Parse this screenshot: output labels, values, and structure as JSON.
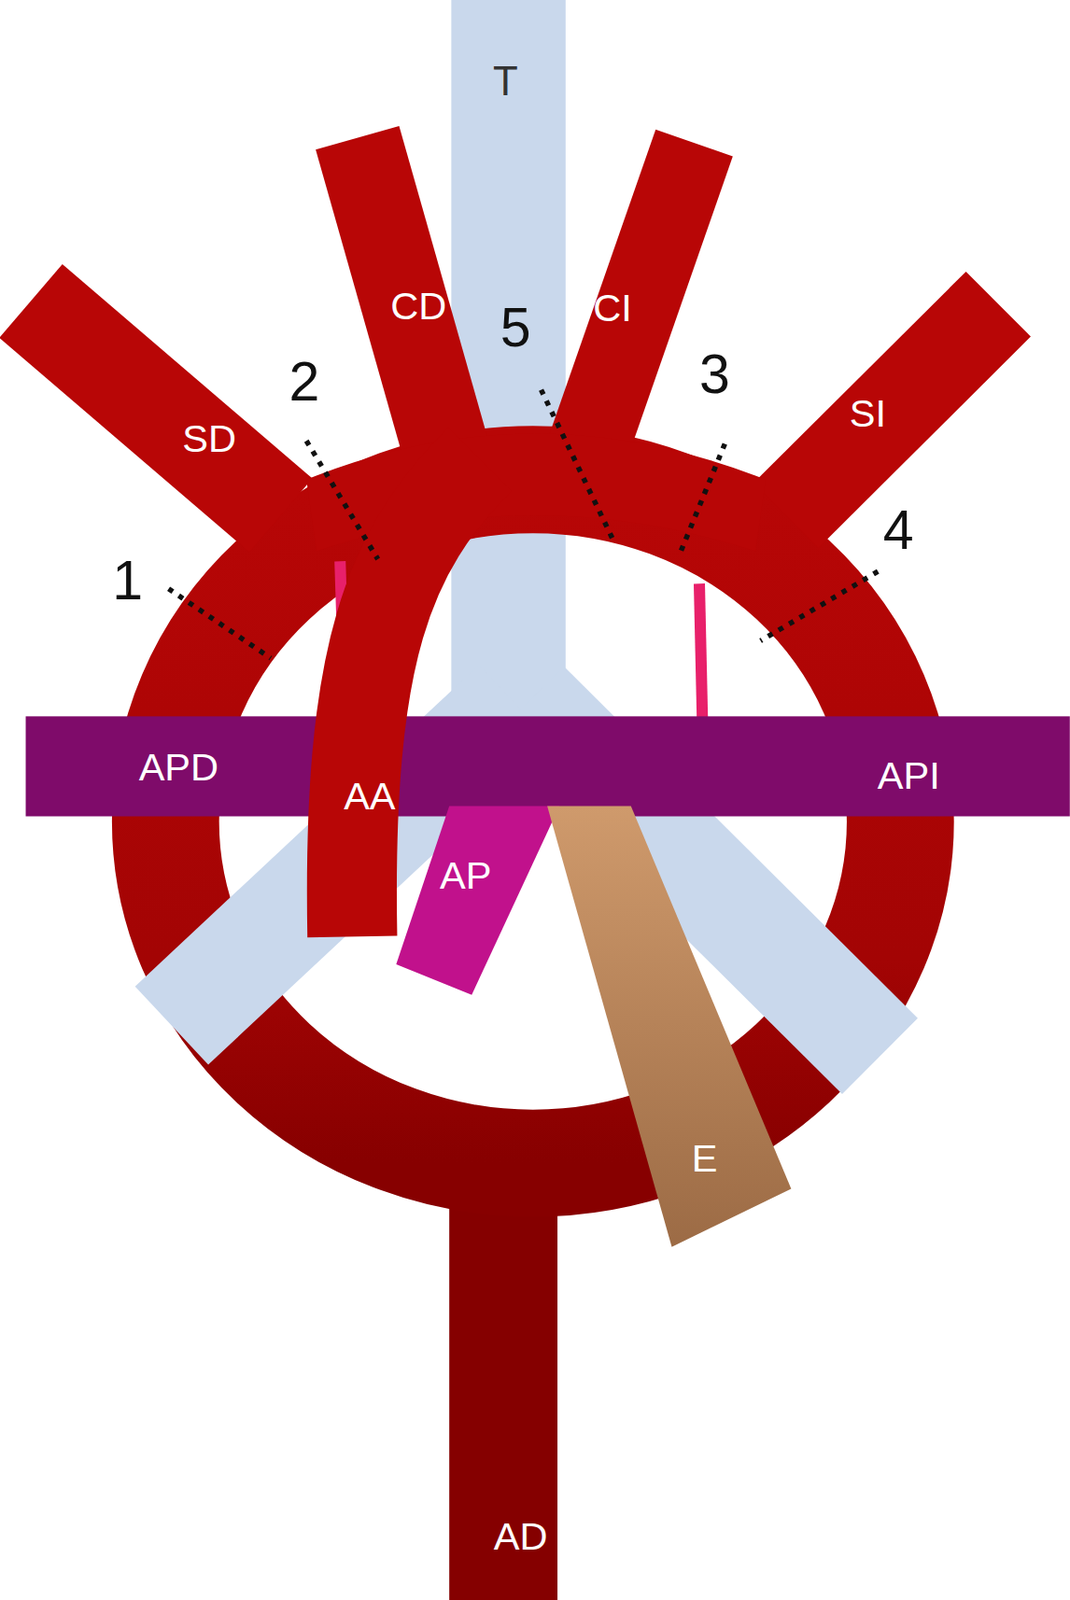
{
  "diagram": {
    "labels": [
      "T",
      "CD",
      "5",
      "CI",
      "2",
      "SD",
      "3",
      "SI",
      "4",
      "1",
      "APD",
      "AA",
      "API",
      "AP",
      "E",
      "AD"
    ]
  }
}
